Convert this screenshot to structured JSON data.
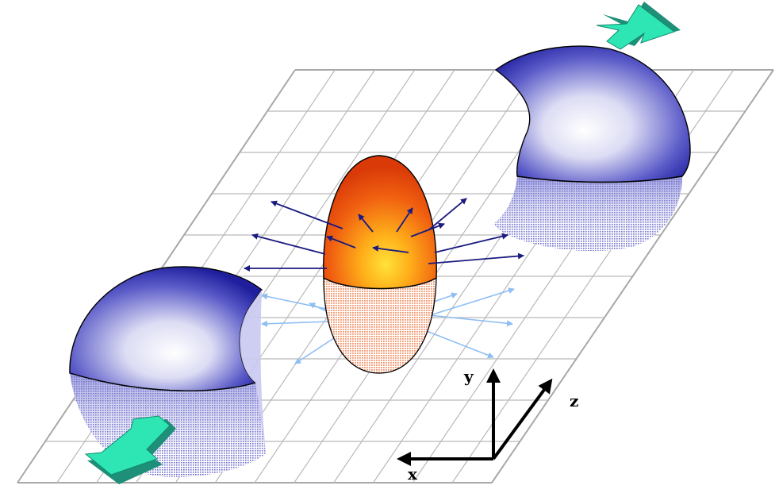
{
  "axes": {
    "x_label": "x",
    "y_label": "y",
    "z_label": "z"
  },
  "colors": {
    "nucleus_top": "#e64a0a",
    "nucleus_core": "#ffd21f",
    "nucleus_bottom": "#f6a985",
    "sphere_dark": "#1f1f9e",
    "sphere_light": "#ffffff",
    "arrow_blue_dark": "#1a1a80",
    "arrow_blue_light": "#8fbef4",
    "motion_arrow": "#2ee6b4"
  },
  "icons": {
    "motion_arrow_top": "arrow-up-right-icon",
    "motion_arrow_bottom": "arrow-down-left-icon"
  }
}
